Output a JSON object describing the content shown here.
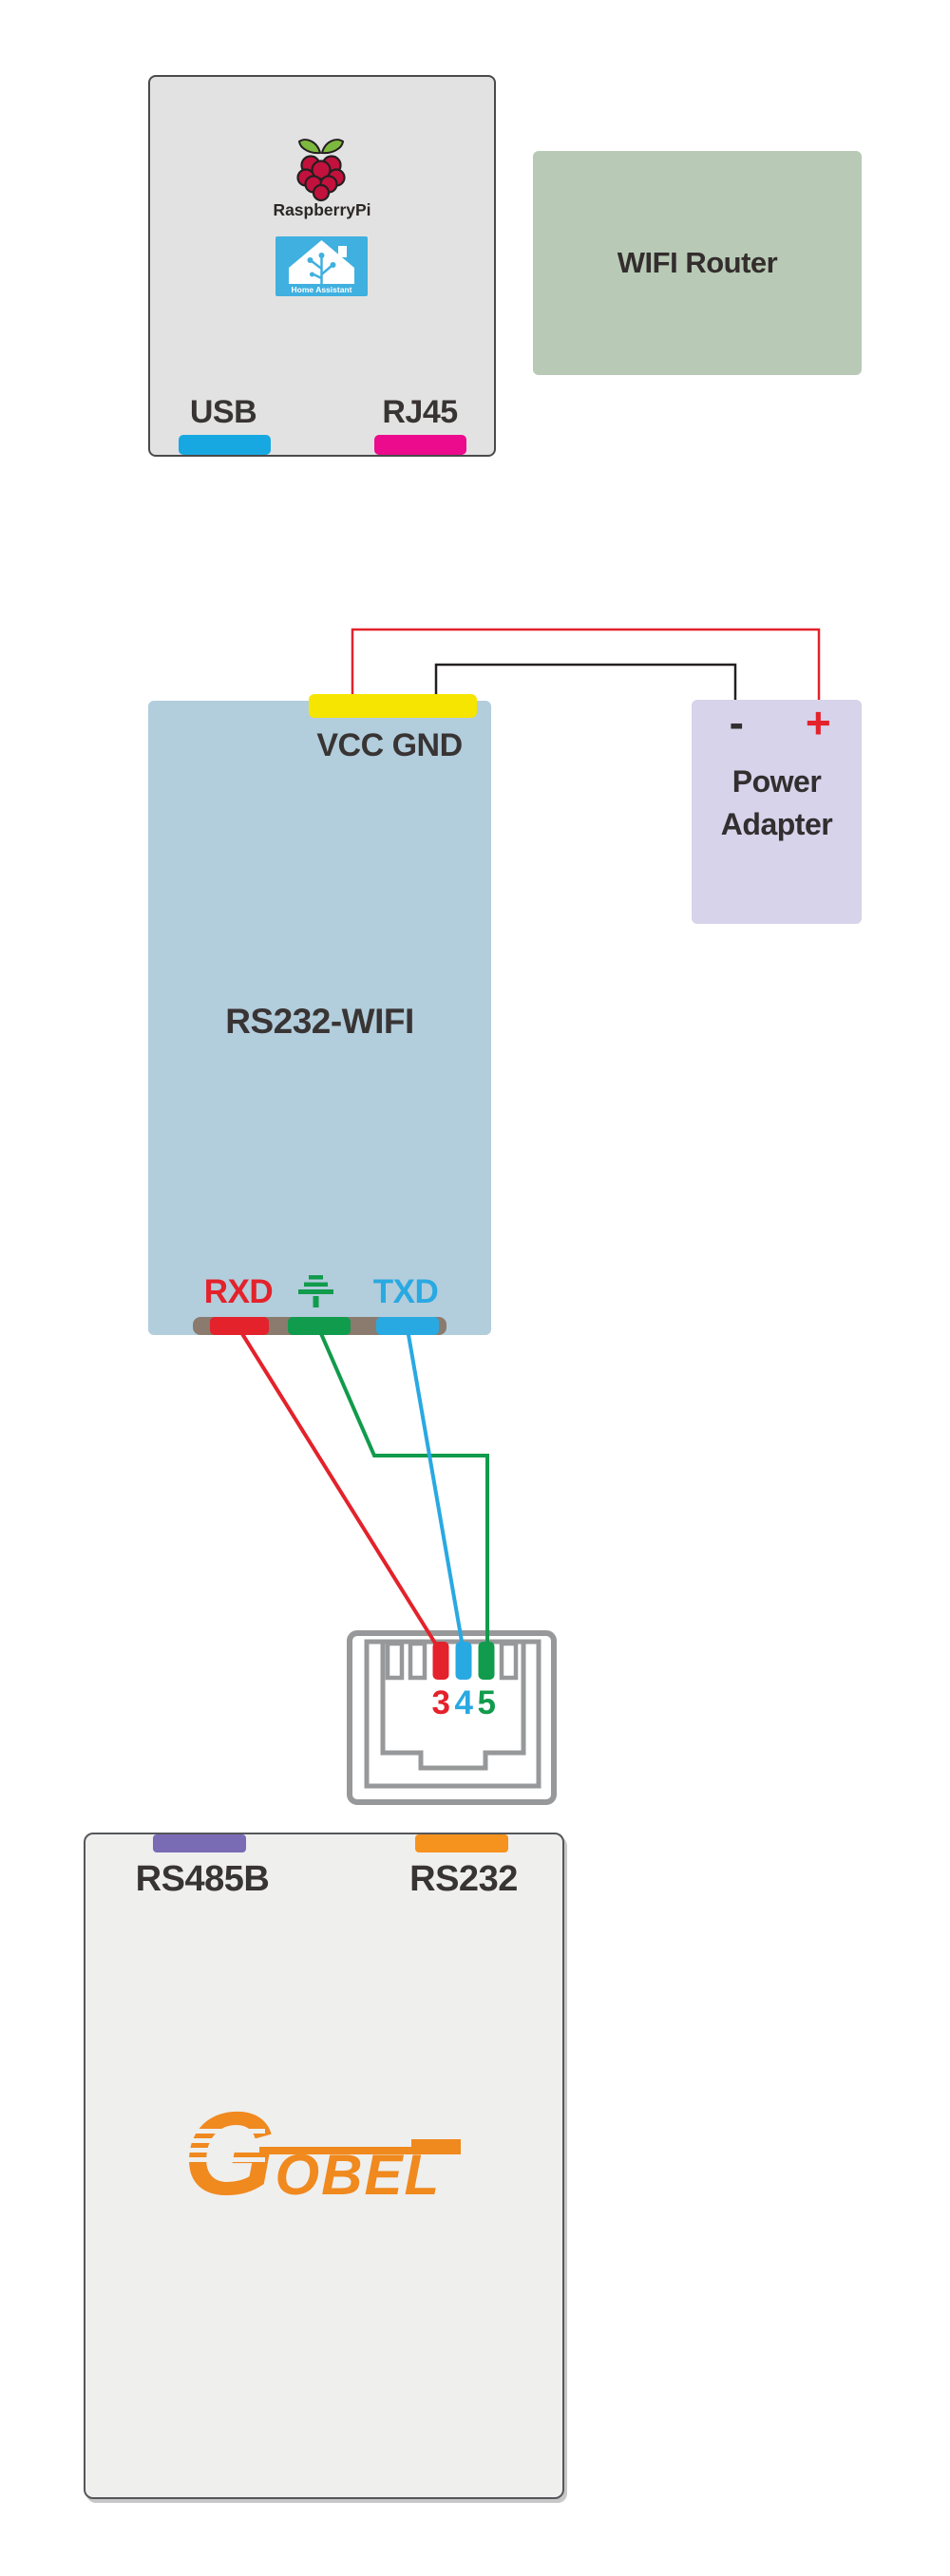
{
  "raspberry_pi": {
    "brand_label": "RaspberryPi",
    "home_assistant_label": "Home Assistant",
    "usb_port_label": "USB",
    "rj45_port_label": "RJ45"
  },
  "wifi_router": {
    "label": "WIFI Router"
  },
  "rs232_wifi": {
    "top_port_label": "VCC GND",
    "device_label": "RS232-WIFI",
    "rxd_label": "RXD",
    "txd_label": "TXD"
  },
  "power_adapter": {
    "minus_label": "-",
    "plus_label": "+",
    "name_line1": "Power",
    "name_line2": "Adapter"
  },
  "rj45_jack": {
    "pin3_label": "3",
    "pin4_label": "4",
    "pin5_label": "5"
  },
  "gobel_device": {
    "rs485b_port_label": "RS485B",
    "rs232_port_label": "RS232",
    "logo_text": "GOBEL"
  },
  "colors": {
    "wire_red": "#e3222b",
    "wire_black": "#231f20",
    "wire_green": "#119b4c",
    "wire_blue": "#29a9e2",
    "usb_blue": "#18a8e1",
    "rj45_magenta": "#eb0b8c",
    "vcc_yellow": "#f6e500",
    "rpi_box": "#e3e2e2",
    "router_box": "#b8cab6",
    "rs232_box": "#b2cddc",
    "adapter_box": "#d7d3ea",
    "strip_taupe": "#8a7b6e",
    "gobel_box": "#efefee",
    "rs485b_purple": "#7a6bb5",
    "rs232_orange": "#f6921e",
    "logo_orange": "#f0891e",
    "jack_gray": "#97989a",
    "home_assistant_blue": "#3fb0df",
    "text_dark": "#393434"
  }
}
